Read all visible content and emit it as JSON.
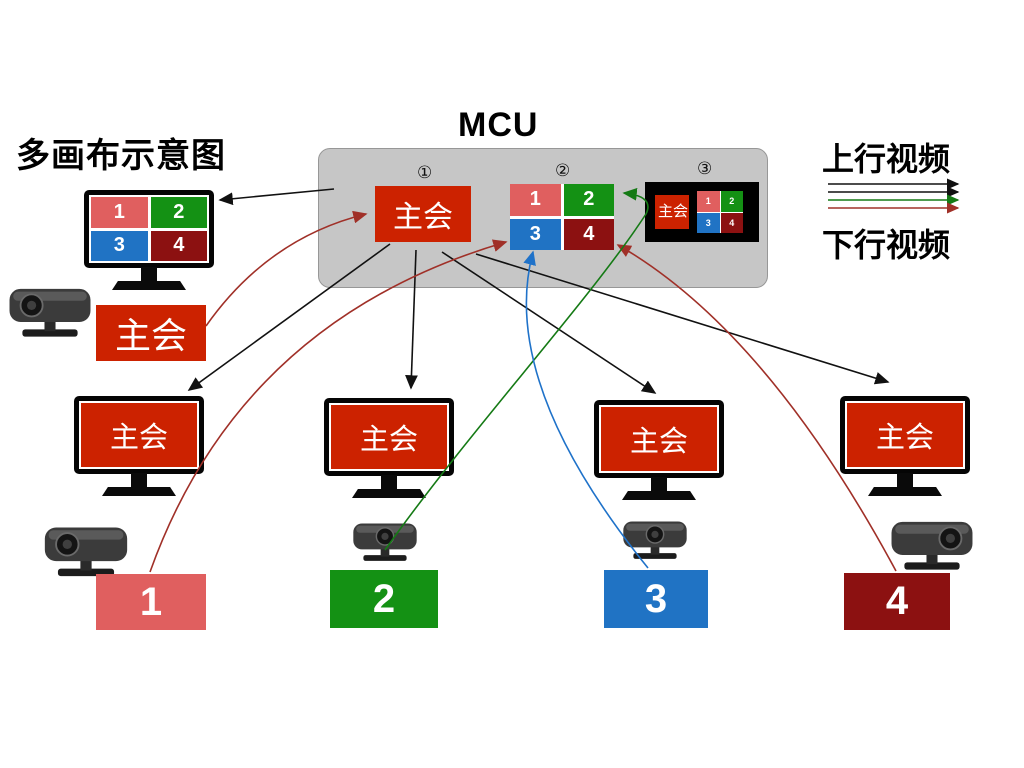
{
  "title": "多画布示意图",
  "mcu": {
    "label": "MCU",
    "slots": [
      {
        "index": "①",
        "type": "single",
        "label": "主会"
      },
      {
        "index": "②",
        "type": "grid",
        "cells": [
          "1",
          "2",
          "3",
          "4"
        ]
      },
      {
        "index": "③",
        "type": "composite",
        "label": "主会",
        "cells": [
          "1",
          "2",
          "3",
          "4"
        ]
      }
    ]
  },
  "legend": {
    "uplink_label": "上行视频",
    "downlink_label": "下行视频"
  },
  "main_site": {
    "screen_cells": [
      "1",
      "2",
      "3",
      "4"
    ],
    "label": "主会"
  },
  "endpoints": [
    {
      "screen_label": "主会",
      "site_label": "1",
      "color": "#e05f5f"
    },
    {
      "screen_label": "主会",
      "site_label": "2",
      "color": "#149114"
    },
    {
      "screen_label": "主会",
      "site_label": "3",
      "color": "#2073c4"
    },
    {
      "screen_label": "主会",
      "site_label": "4",
      "color": "#8c1111"
    }
  ],
  "colors": {
    "screen_red": "#cc2200",
    "mcu_box_gray": "#c6c6c6",
    "cell1": "#e05f5f",
    "cell2": "#149114",
    "cell3": "#2073c4",
    "cell4": "#8c1111",
    "downlink_arrow": "#111111",
    "uplink_red": "#a03028",
    "uplink_green": "#157a15",
    "uplink_blue": "#1f72c9"
  }
}
